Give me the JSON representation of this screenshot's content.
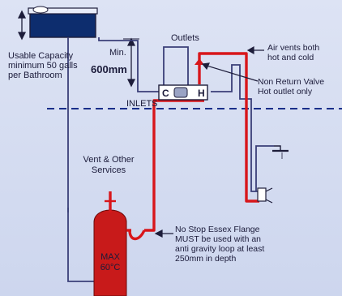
{
  "labels": {
    "capacity_line1": "Usable Capacity",
    "capacity_line2": "minimum 50 galls",
    "capacity_line3": "per Bathroom",
    "min": "Min.",
    "min_value": "600mm",
    "outlets": "Outlets",
    "air_vents_line1": "Air vents both",
    "air_vents_line2": "hot and cold",
    "nrv_line1": "Non Return Valve",
    "nrv_line2": "Hot outlet only",
    "inlets": "INLETS",
    "cold_marker": "C",
    "hot_marker": "H",
    "vent_line1": "Vent & Other",
    "vent_line2": "Services",
    "flange_line1": "No Stop Essex Flange",
    "flange_line2": "MUST be used with an",
    "flange_line3": "anti gravity loop at least",
    "flange_line4": "250mm in depth",
    "max_line1": "MAX",
    "max_line2": "60°C"
  },
  "colors": {
    "background": "#d4dbf0",
    "cold_pipe": "#3a3f78",
    "hot_pipe": "#d8161b",
    "tank_water": "#0d2d6e",
    "cylinder": "#c81a1a",
    "inlet_line": "#1a2e8a"
  }
}
